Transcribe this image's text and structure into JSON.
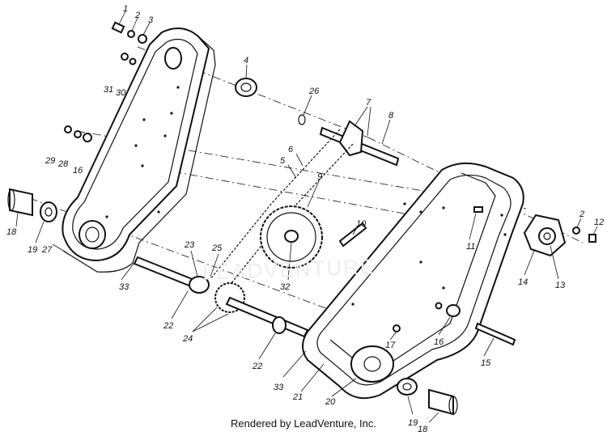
{
  "footer": {
    "credit": "Rendered by LeadVenture, Inc."
  },
  "watermark": {
    "text": "LEADVENTURE"
  },
  "callouts": [
    {
      "id": "c1",
      "text": "1"
    },
    {
      "id": "c2",
      "text": "2"
    },
    {
      "id": "c3",
      "text": "3"
    },
    {
      "id": "c4",
      "text": "4"
    },
    {
      "id": "c26",
      "text": "26"
    },
    {
      "id": "c7",
      "text": "7"
    },
    {
      "id": "c8",
      "text": "8"
    },
    {
      "id": "c31",
      "text": "31"
    },
    {
      "id": "c30",
      "text": "30"
    },
    {
      "id": "c29",
      "text": "29"
    },
    {
      "id": "c28",
      "text": "28"
    },
    {
      "id": "c16a",
      "text": "16"
    },
    {
      "id": "c6",
      "text": "6"
    },
    {
      "id": "c5",
      "text": "5"
    },
    {
      "id": "c9",
      "text": "9"
    },
    {
      "id": "c10",
      "text": "10"
    },
    {
      "id": "c18a",
      "text": "18"
    },
    {
      "id": "c19a",
      "text": "19"
    },
    {
      "id": "c27",
      "text": "27"
    },
    {
      "id": "c23",
      "text": "23"
    },
    {
      "id": "c25",
      "text": "25"
    },
    {
      "id": "c33a",
      "text": "33"
    },
    {
      "id": "c32",
      "text": "32"
    },
    {
      "id": "c22a",
      "text": "22"
    },
    {
      "id": "c24",
      "text": "24"
    },
    {
      "id": "c22b",
      "text": "22"
    },
    {
      "id": "c17",
      "text": "17"
    },
    {
      "id": "c11",
      "text": "11"
    },
    {
      "id": "c2b",
      "text": "2"
    },
    {
      "id": "c12",
      "text": "12"
    },
    {
      "id": "c14",
      "text": "14"
    },
    {
      "id": "c13",
      "text": "13"
    },
    {
      "id": "c16b",
      "text": "16"
    },
    {
      "id": "c15",
      "text": "15"
    },
    {
      "id": "c33b",
      "text": "33"
    },
    {
      "id": "c21",
      "text": "21"
    },
    {
      "id": "c20",
      "text": "20"
    },
    {
      "id": "c19b",
      "text": "19"
    },
    {
      "id": "c18b",
      "text": "18"
    }
  ]
}
